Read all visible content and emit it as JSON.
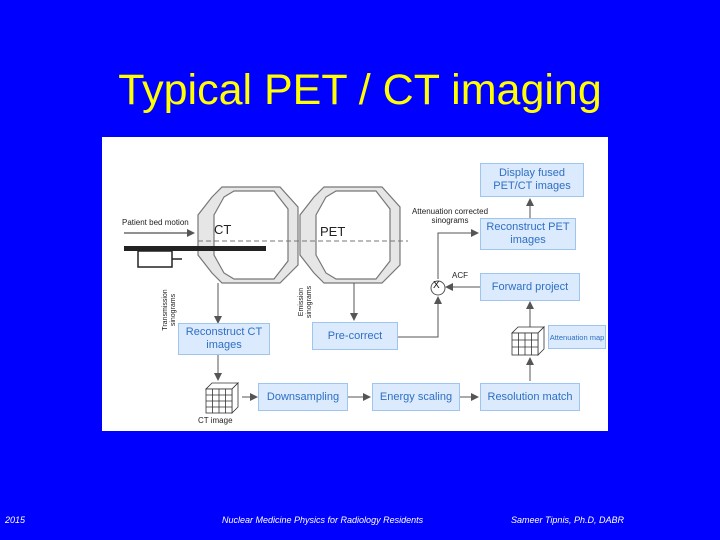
{
  "slide": {
    "title": "Typical PET / CT imaging",
    "footer_left": "2015",
    "footer_center": "Nuclear Medicine Physics for Radiology Residents",
    "footer_right": "Sameer Tipnis, Ph.D, DABR"
  },
  "diagram": {
    "ct_label": "CT",
    "pet_label": "PET",
    "patient_bed_motion": "Patient bed motion",
    "transmission_sinograms": "Transmission sinograms",
    "emission_sinograms": "Emission sinograms",
    "attenuation_corrected_sinograms": "Attenuation corrected sinograms",
    "acf": "ACF",
    "multiply_symbol": "X",
    "ct_image": "CT image",
    "attenuation_map": "Attenuation map",
    "boxes": {
      "display_fused": "Display fused PET/CT images",
      "reconstruct_pet": "Reconstruct PET images",
      "forward_project": "Forward project",
      "reconstruct_ct": "Reconstruct CT images",
      "pre_correct": "Pre-correct",
      "downsampling": "Downsampling",
      "energy_scaling": "Energy scaling",
      "resolution_match": "Resolution match"
    },
    "colors": {
      "box_fill": "#dbeafc",
      "box_text": "#2f6fc5",
      "arrow": "#555555"
    }
  }
}
